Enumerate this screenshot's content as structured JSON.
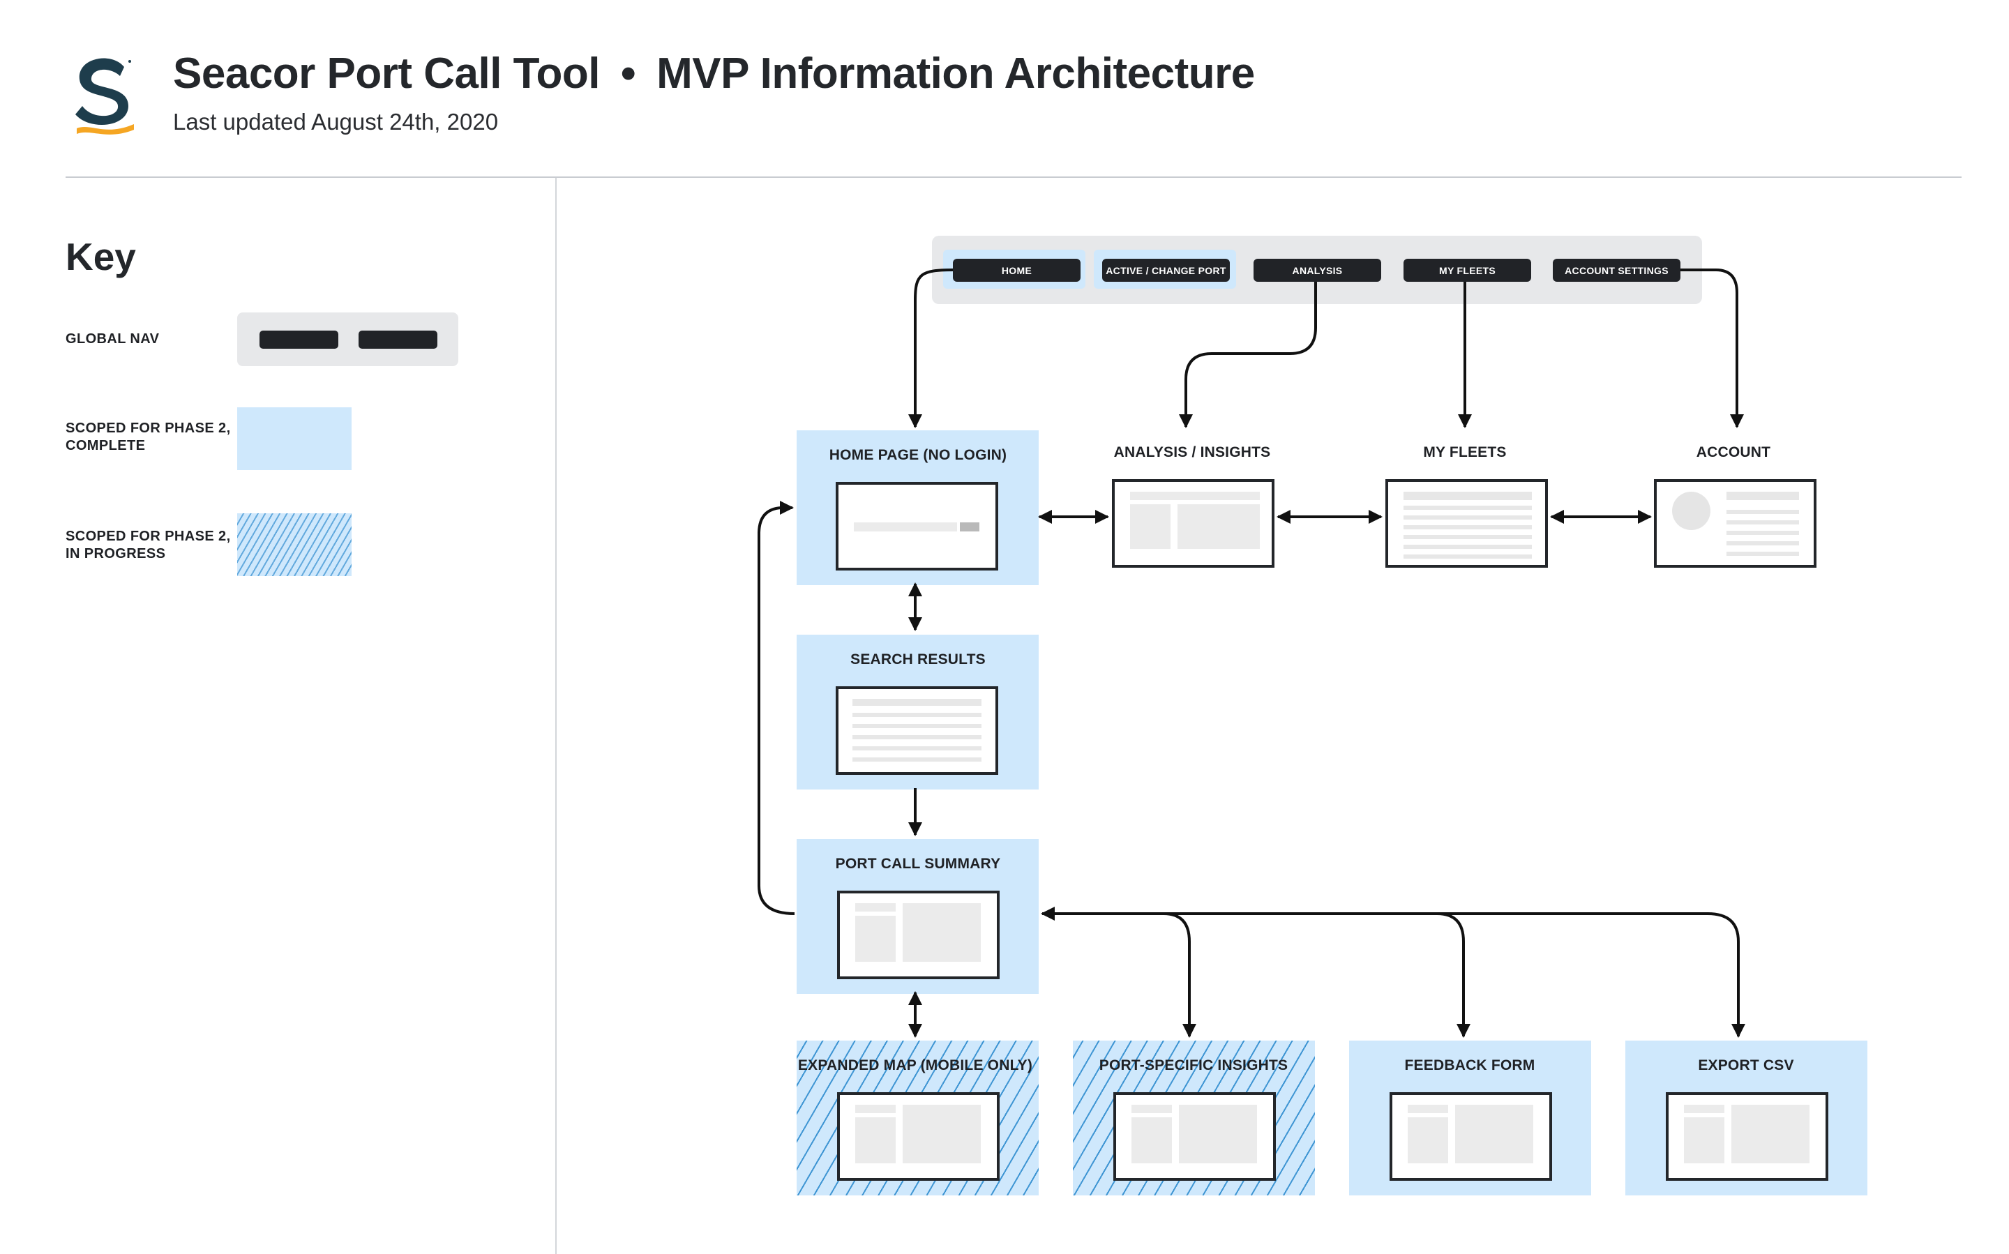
{
  "header": {
    "app_name": "Seacor Port Call Tool",
    "separator": "•",
    "doc_name": "MVP Information Architecture",
    "updated": "Last updated August 24th, 2020"
  },
  "brand": {
    "logo_icon": "seacor-s-logo-icon",
    "primary": "#1e3d4c",
    "accent": "#f5a623"
  },
  "key": {
    "title": "Key",
    "items": [
      {
        "label": "GLOBAL NAV"
      },
      {
        "label_line1": "SCOPED FOR PHASE 2,",
        "label_line2": "COMPLETE"
      },
      {
        "label_line1": "SCOPED FOR PHASE 2,",
        "label_line2": "IN PROGRESS"
      }
    ]
  },
  "nav": {
    "items": [
      {
        "label": "HOME"
      },
      {
        "label": "ACTIVE / CHANGE PORT"
      },
      {
        "label": "ANALYSIS"
      },
      {
        "label": "MY FLEETS"
      },
      {
        "label": "ACCOUNT SETTINGS"
      }
    ]
  },
  "pages": {
    "home": "HOME PAGE (NO LOGIN)",
    "analysis": "ANALYSIS / INSIGHTS",
    "fleets": "MY FLEETS",
    "account": "ACCOUNT",
    "search": "SEARCH RESULTS",
    "summary": "PORT CALL SUMMARY",
    "map": "EXPANDED MAP (MOBILE ONLY)",
    "insights": "PORT-SPECIFIC INSIGHTS",
    "feedback": "FEEDBACK FORM",
    "export": "EXPORT CSV"
  },
  "colors": {
    "complete": "#cfe8fc",
    "in_progress_hatch": "#3e95d3",
    "nav_bg": "#e7e8ea",
    "pill": "#212327",
    "arrow": "#111111"
  }
}
